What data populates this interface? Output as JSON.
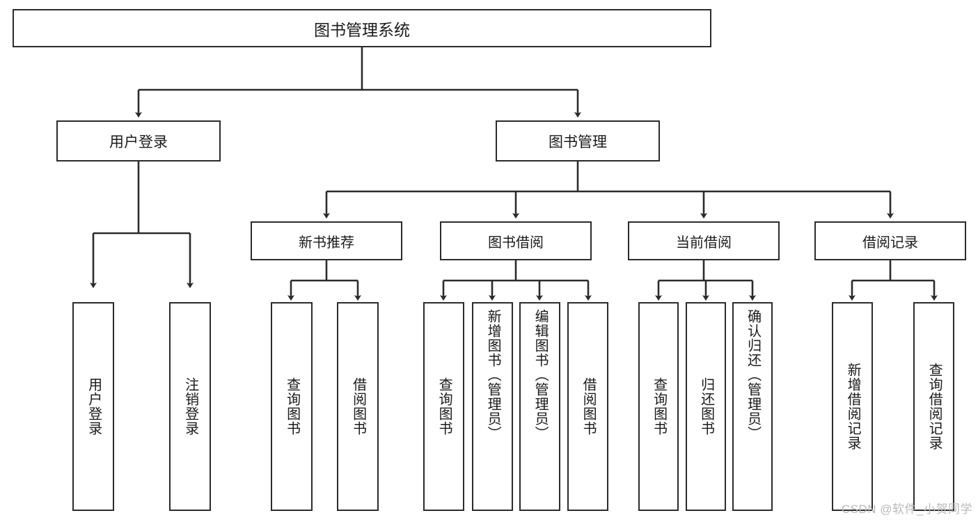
{
  "diagram": {
    "title": "图书管理系统",
    "type": "hierarchy-tree",
    "colors": {
      "box_border": "#2b2b2b",
      "box_fill": "#ffffff",
      "connector": "#2b2b2b",
      "text": "#1a1a1a",
      "watermark": "#b9b9b9"
    },
    "root": {
      "label": "图书管理系统"
    },
    "level1": [
      {
        "id": "user-login",
        "label": "用户登录"
      },
      {
        "id": "book-manage",
        "label": "图书管理"
      }
    ],
    "level2": [
      {
        "id": "new-book-recommend",
        "label": "新书推荐"
      },
      {
        "id": "book-borrow",
        "label": "图书借阅"
      },
      {
        "id": "current-borrow",
        "label": "当前借阅"
      },
      {
        "id": "borrow-record",
        "label": "借阅记录"
      }
    ],
    "leaves": {
      "user_login": [
        {
          "id": "leaf-user-login",
          "label": "用户登录",
          "align": "centered"
        },
        {
          "id": "leaf-logout-login",
          "label": "注销登录",
          "align": "centered"
        }
      ],
      "new_book_recommend": [
        {
          "id": "leaf-query-book-1",
          "label": "查询图书",
          "align": "centered"
        },
        {
          "id": "leaf-borrow-book-1",
          "label": "借阅图书",
          "align": "centered"
        }
      ],
      "book_borrow": [
        {
          "id": "leaf-query-book-2",
          "label": "查询图书",
          "align": "centered"
        },
        {
          "id": "leaf-add-book-admin",
          "label": "新增图书（管理员）",
          "align": "top"
        },
        {
          "id": "leaf-edit-book-admin",
          "label": "编辑图书（管理员）",
          "align": "top"
        },
        {
          "id": "leaf-borrow-book-2",
          "label": "借阅图书",
          "align": "centered"
        }
      ],
      "current_borrow": [
        {
          "id": "leaf-query-book-3",
          "label": "查询图书",
          "align": "centered"
        },
        {
          "id": "leaf-return-book",
          "label": "归还图书",
          "align": "centered"
        },
        {
          "id": "leaf-confirm-return-admin",
          "label": "确认归还（管理员）",
          "align": "top"
        }
      ],
      "borrow_record": [
        {
          "id": "leaf-add-borrow-record",
          "label": "新增借阅记录",
          "align": "centered"
        },
        {
          "id": "leaf-query-borrow-record",
          "label": "查询借阅记录",
          "align": "centered"
        }
      ]
    }
  },
  "watermark": {
    "text": "CSDN @软件_小贺同学"
  }
}
